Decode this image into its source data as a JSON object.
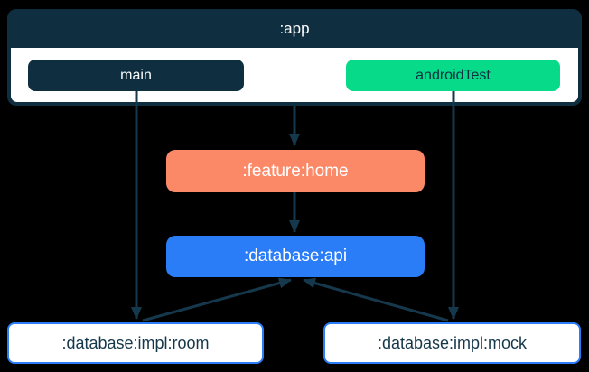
{
  "colors": {
    "background": "#000000",
    "navy": "#0F2E40",
    "edge": "#16384C",
    "green": "#07DB8A",
    "orange": "#FB8967",
    "blue": "#2A7CF7",
    "white": "#FFFFFF",
    "dark_text": "#14374A"
  },
  "diagram": {
    "app_container": {
      "label": ":app",
      "source_sets": [
        {
          "id": "main",
          "label": "main",
          "fill": "#0F2E40",
          "text_color": "#FFFFFF"
        },
        {
          "id": "androidTest",
          "label": "androidTest",
          "fill": "#07DB8A",
          "text_color": "#0F2E40"
        }
      ]
    },
    "nodes": [
      {
        "id": "feature-home",
        "label": ":feature:home",
        "fill": "#FB8967",
        "text_color": "#FFFFFF"
      },
      {
        "id": "database-api",
        "label": ":database:api",
        "fill": "#2A7CF7",
        "text_color": "#FFFFFF"
      },
      {
        "id": "database-impl-room",
        "label": ":database:impl:room",
        "fill": "#FFFFFF",
        "border": "#2A7CF7",
        "text_color": "#14374A"
      },
      {
        "id": "database-impl-mock",
        "label": ":database:impl:mock",
        "fill": "#FFFFFF",
        "border": "#2A7CF7",
        "text_color": "#14374A"
      }
    ],
    "edges": [
      {
        "from": "main",
        "to": "database-impl-room"
      },
      {
        "from": "androidTest",
        "to": "database-impl-mock"
      },
      {
        "from": ":app",
        "to": "feature-home"
      },
      {
        "from": "feature-home",
        "to": "database-api"
      },
      {
        "from": "database-impl-room",
        "to": "database-api"
      },
      {
        "from": "database-impl-mock",
        "to": "database-api"
      }
    ]
  }
}
